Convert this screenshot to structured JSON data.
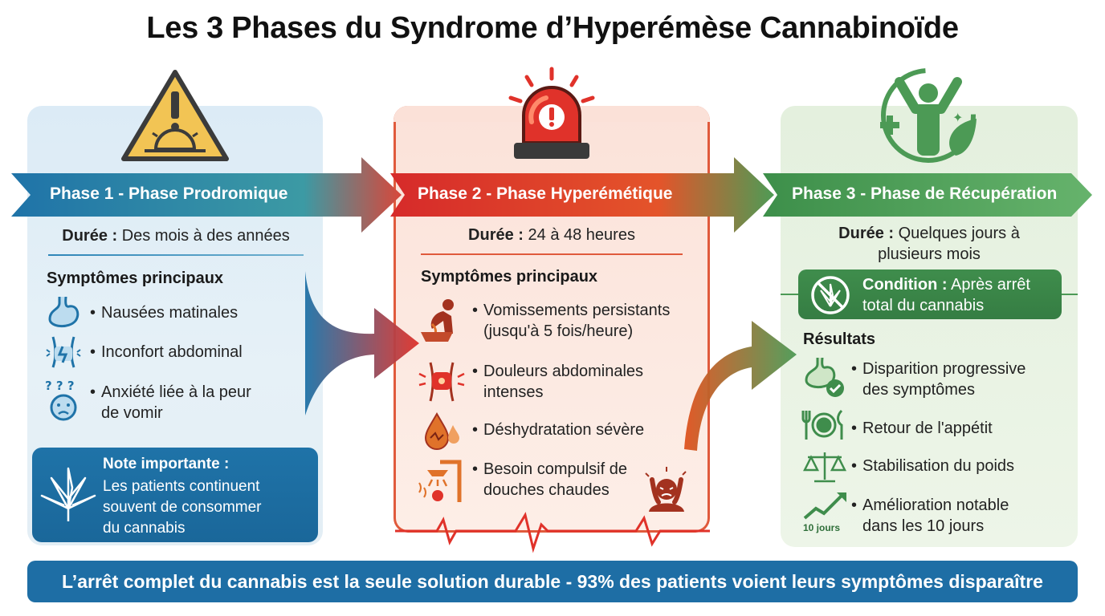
{
  "title": "Les 3 Phases du Syndrome d’Hyperémèse Cannabinoïde",
  "colors": {
    "phase1": "#1f73a8",
    "phase2": "#d93a2b",
    "phase3": "#3f8d4c",
    "bottom": "#1e6ea5"
  },
  "phase1": {
    "label": "Phase 1 - Phase Prodromique",
    "duration_label": "Durée :",
    "duration_value": "Des mois à des années",
    "symptoms_title": "Symptômes principaux",
    "symptoms": [
      {
        "icon": "stomach-icon",
        "text": "Nausées matinales"
      },
      {
        "icon": "abdomen-discomfort-icon",
        "text": "Inconfort abdominal"
      },
      {
        "icon": "anxious-face-icon",
        "text": "Anxiété liée à la peur de vomir",
        "line1": "Anxiété liée à la peur",
        "line2": "de vomir"
      }
    ],
    "note_title": "Note importante :",
    "note_body": "Les patients continuent souvent de consommer du cannabis",
    "note_lines": [
      "Les patients continuent",
      "souvent de consommer",
      "du cannabis"
    ]
  },
  "phase2": {
    "label": "Phase 2 - Phase Hyperémétique",
    "duration_label": "Durée :",
    "duration_value": "24 à 48 heures",
    "symptoms_title": "Symptômes principaux",
    "symptoms": [
      {
        "icon": "vomiting-person-icon",
        "line1": "Vomissements persistants",
        "line2": "(jusqu'à 5 fois/heure)"
      },
      {
        "icon": "abdominal-pain-icon",
        "line1": "Douleurs abdominales",
        "line2": "intenses"
      },
      {
        "icon": "dehydration-drop-icon",
        "line1": "Déshydratation sévère",
        "line2": ""
      },
      {
        "icon": "hot-shower-icon",
        "line1": "Besoin compulsif de",
        "line2": "douches chaudes"
      }
    ]
  },
  "phase3": {
    "label": "Phase 3 - Phase de Récupération",
    "duration_label": "Durée :",
    "duration_line1": "Quelques jours à",
    "duration_line2": "plusieurs mois",
    "condition_label": "Condition :",
    "condition_line1": "Après arrêt",
    "condition_line2": "total du cannabis",
    "results_title": "Résultats",
    "results": [
      {
        "icon": "stomach-check-icon",
        "line1": "Disparition progressive",
        "line2": "des symptômes"
      },
      {
        "icon": "plate-cutlery-icon",
        "line1": "Retour de l'appétit",
        "line2": ""
      },
      {
        "icon": "scale-icon",
        "line1": "Stabilisation du poids",
        "line2": ""
      },
      {
        "icon": "trend-up-icon",
        "line1": "Amélioration notable",
        "line2": "dans les 10 jours",
        "badge": "10 jours"
      }
    ]
  },
  "footer": "L’arrêt complet du cannabis est la seule solution durable - 93% des patients voient leurs symptômes disparaître"
}
